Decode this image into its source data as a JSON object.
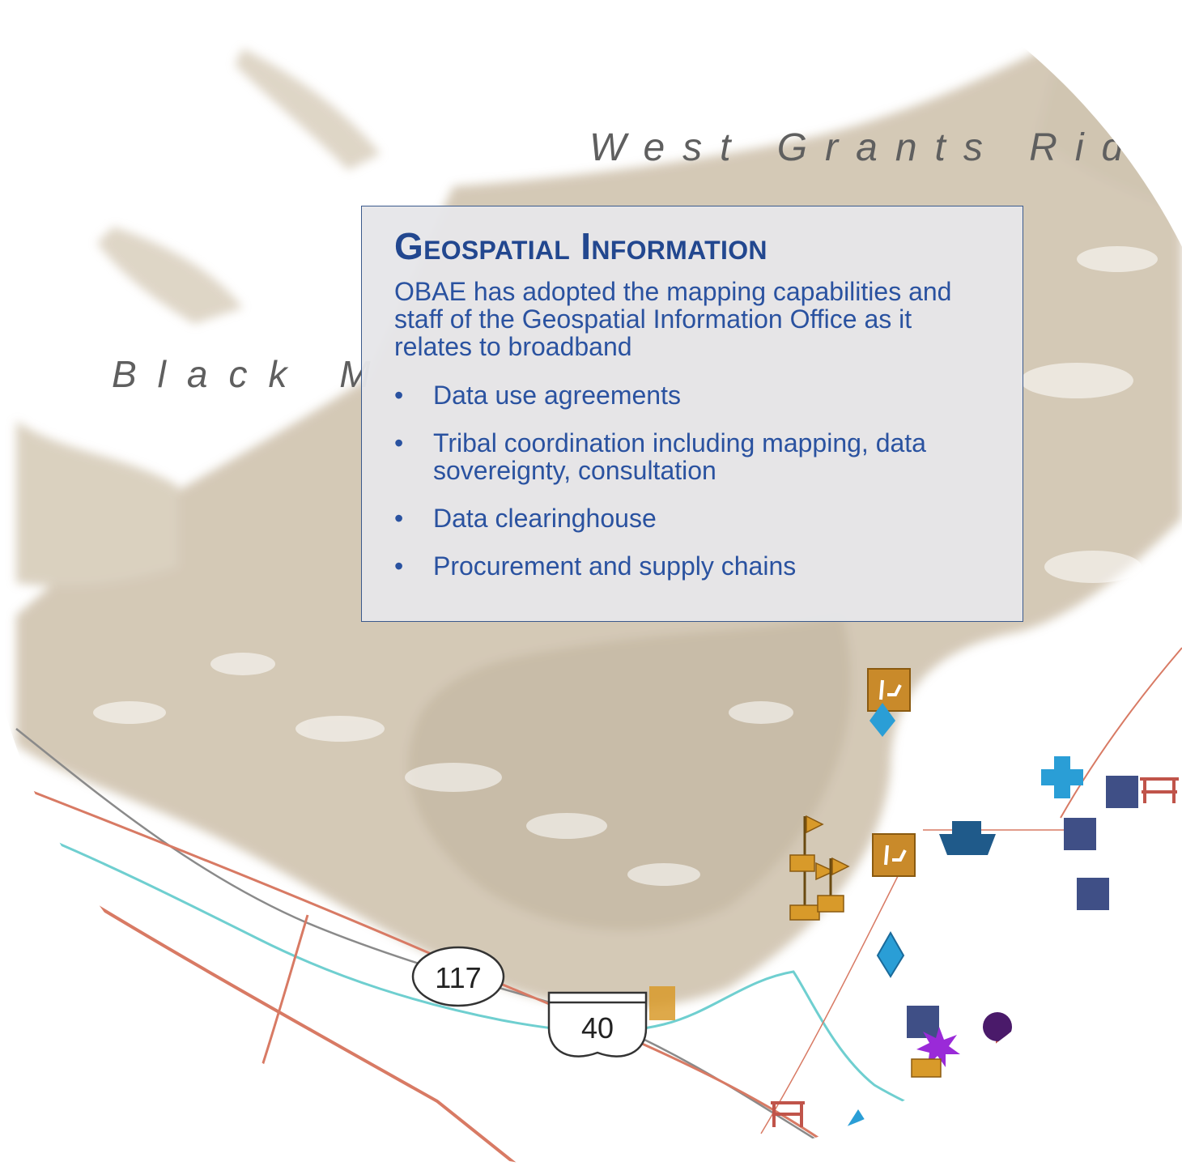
{
  "map": {
    "labels": {
      "ridge": "West Grants Ridge",
      "black_mesa": "Black M"
    },
    "routes": {
      "state_route": "117",
      "interstate": "40"
    },
    "colors": {
      "terrain": "#c9bca6",
      "terrain_dark": "#b3a48b",
      "road": "#d87a64",
      "river": "#6fcfd0",
      "rail": "#8a8a8a",
      "poi_orange": "#d89a2a",
      "poi_navy": "#3f4f86",
      "poi_blue": "#2a9ed6",
      "poi_purple": "#8e2bd8",
      "poi_red": "#e6262b"
    }
  },
  "panel": {
    "title": "Geospatial Information",
    "intro": "OBAE has adopted the mapping capabilities and staff of the Geospatial Information Office as it relates to broadband",
    "bullet": "•",
    "items": [
      "Data use agreements",
      "Tribal coordination including mapping, data sovereignty, consultation",
      "Data clearinghouse",
      "Procurement and supply chains"
    ]
  }
}
